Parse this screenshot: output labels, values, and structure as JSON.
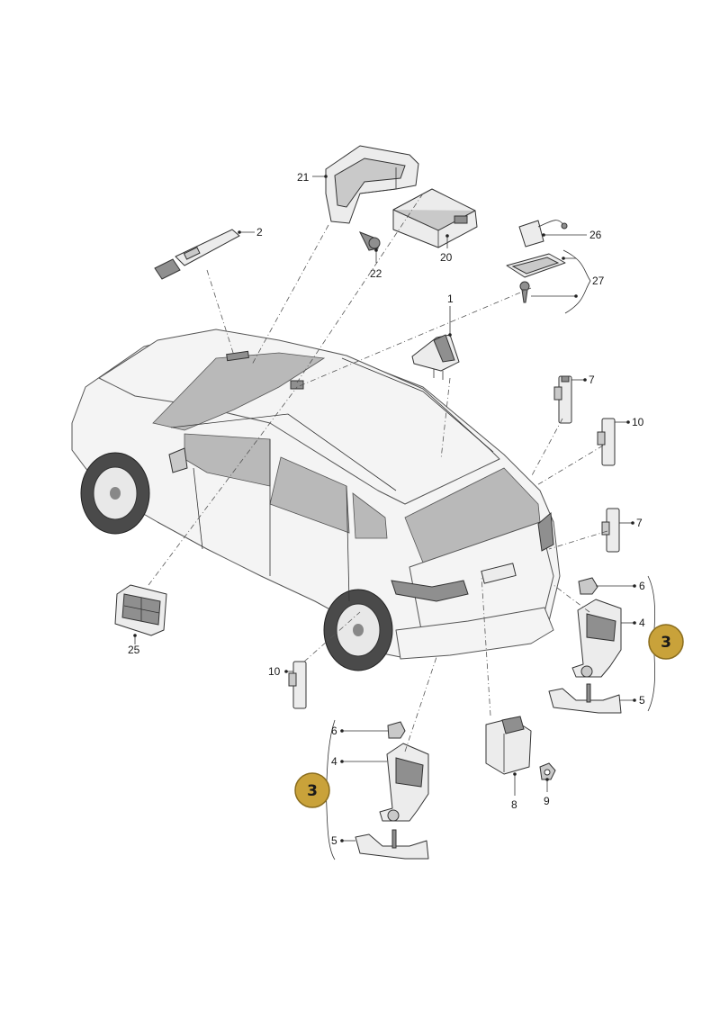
{
  "labels": {
    "p1": "1",
    "p2": "2",
    "p3_right": "3",
    "p3_left": "3",
    "p4_right": "4",
    "p4_left": "4",
    "p5_right": "5",
    "p5_left": "5",
    "p6_right": "6",
    "p6_left": "6",
    "p7_upper": "7",
    "p7_lower": "7",
    "p8": "8",
    "p9": "9",
    "p10_right": "10",
    "p10_left": "10",
    "p20": "20",
    "p21": "21",
    "p22": "22",
    "p25": "25",
    "p26": "26",
    "p27": "27"
  },
  "colors": {
    "badge_fill": "#c9a23a",
    "badge_stroke": "#8a6d1e",
    "line": "#333333",
    "part_fill": "#ececec"
  }
}
